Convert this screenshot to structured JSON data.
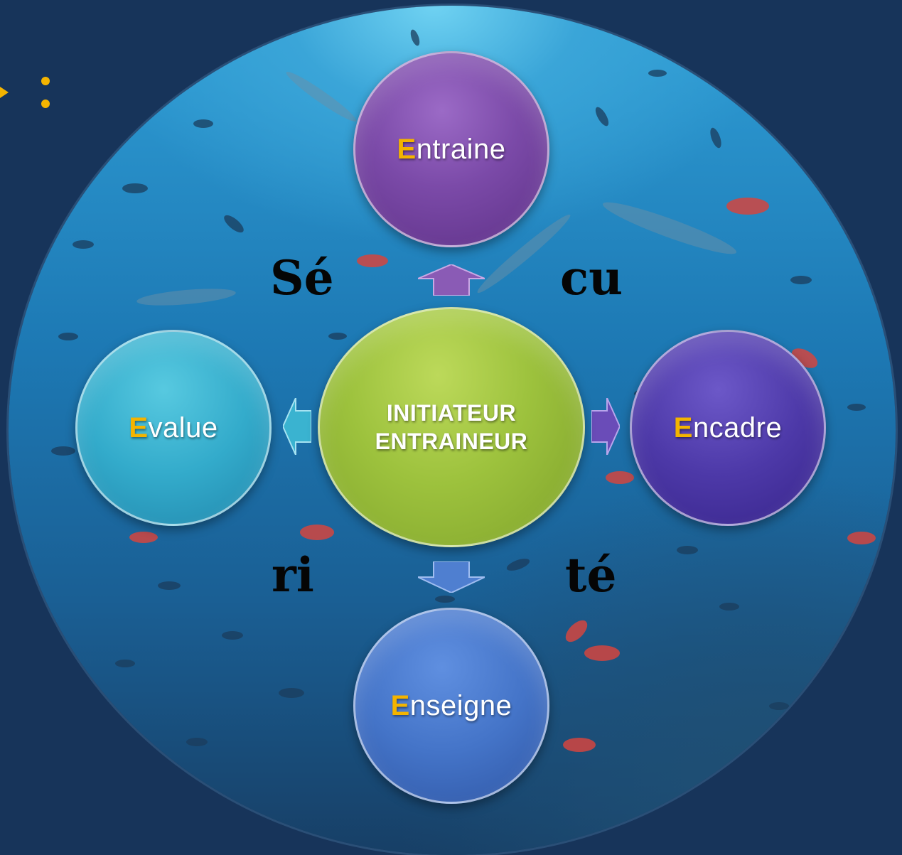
{
  "center": {
    "line1": "INITIATEUR",
    "line2": "ENTRAINEUR"
  },
  "nodes": {
    "top": {
      "initial": "E",
      "rest": "ntraine"
    },
    "right": {
      "initial": "E",
      "rest": "ncadre"
    },
    "bottom": {
      "initial": "E",
      "rest": "nseigne"
    },
    "left": {
      "initial": "E",
      "rest": "value"
    }
  },
  "word_pieces": {
    "top_left": "Sé",
    "top_right": "cu",
    "bottom_left": "ri",
    "bottom_right": "té"
  },
  "bullet": {
    "glyph": ":"
  },
  "colors": {
    "background": "#17345a",
    "accent_initial": "#f4b400",
    "node_top": "#7b4aa8",
    "node_right": "#4d39a8",
    "node_bottom": "#4474c8",
    "node_left": "#33abcb",
    "node_center": "#9dc23d"
  }
}
